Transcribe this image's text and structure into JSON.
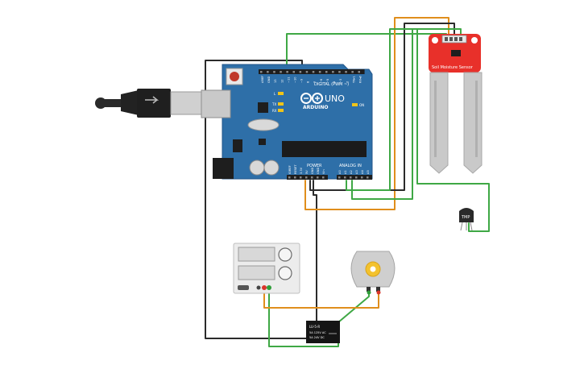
{
  "arduino": {
    "brand": "ARDUINO",
    "model": "UNO",
    "digital_label": "DIGITAL (PWM ~)",
    "power_label": "POWER",
    "analog_label": "ANALOG IN",
    "label_L": "L",
    "label_TX": "TX",
    "label_RX": "RX",
    "label_ON": "ON",
    "digital_pins": [
      "AREF",
      "GND",
      "13",
      "12",
      "~11",
      "~10",
      "~9",
      "8",
      "7",
      "~6",
      "~5",
      "4",
      "~3",
      "2",
      "TX▸1",
      "RX◂0"
    ],
    "power_pins": [
      "IOREF",
      "RESET",
      "3.3V",
      "5V",
      "GND",
      "GND",
      "Vin"
    ],
    "analog_pins": [
      "A0",
      "A1",
      "A2",
      "A3",
      "A4",
      "A5"
    ]
  },
  "soil_sensor": {
    "label": "Soil Moisture Sensor"
  },
  "temp_sensor": {
    "label": "TMP"
  },
  "relay": {
    "line1": "LU-5-R",
    "line2": "5A 125V AC",
    "line3": "5A 24V DC"
  },
  "colors": {
    "wire_green": "#3fa845",
    "wire_orange": "#e08e1c",
    "wire_black": "#2b2b2b",
    "board_blue": "#2e6fa8",
    "sensor_red": "#e8302a"
  }
}
